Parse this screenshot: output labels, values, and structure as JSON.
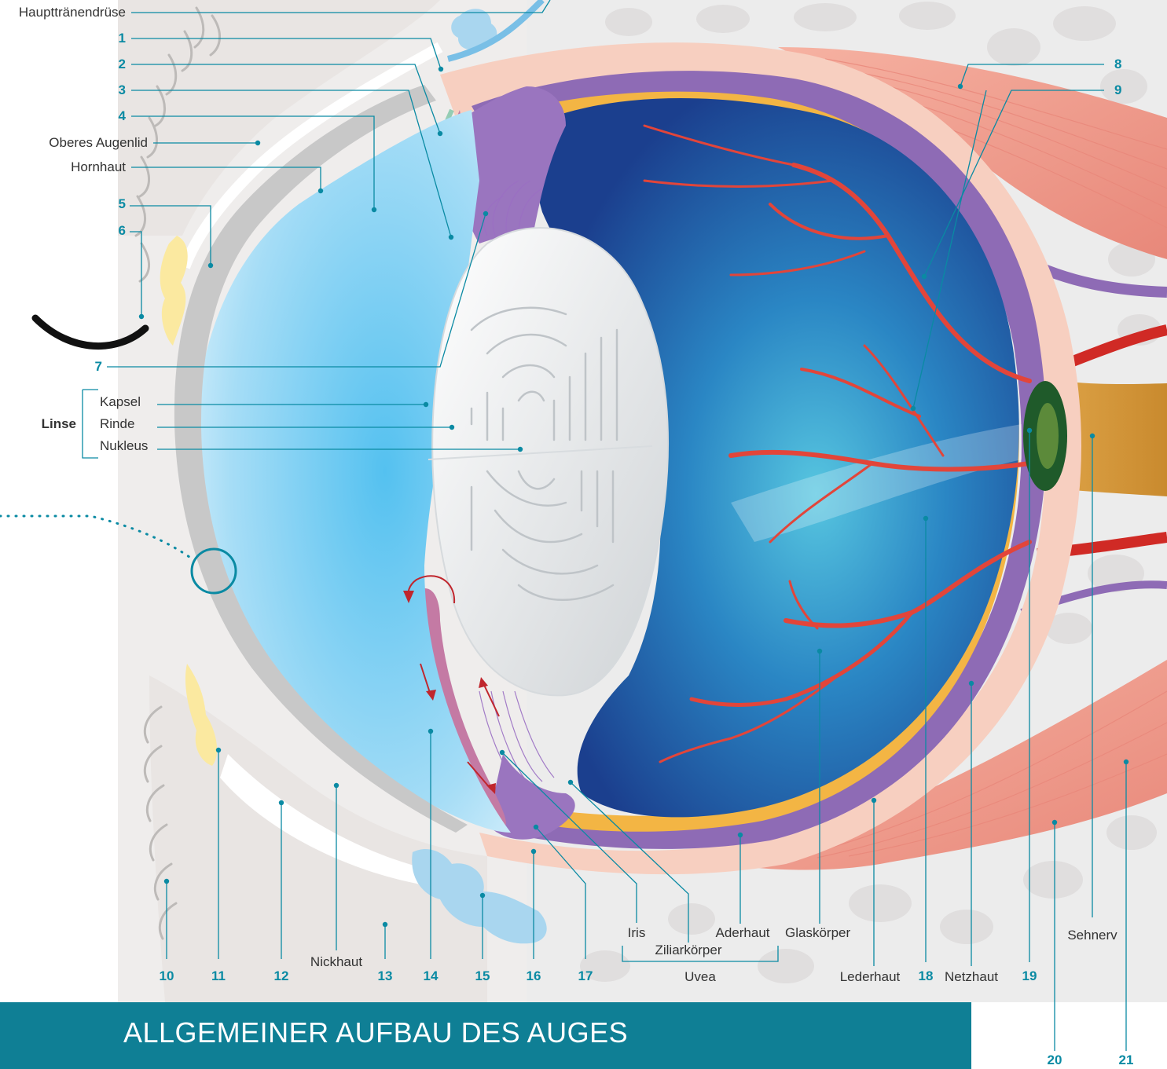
{
  "title": "ALLGEMEINER AUFBAU DES AUGES",
  "labels": {
    "haupttraenendruese": "Haupttränendrüse",
    "oberes_augenlid": "Oberes Augenlid",
    "hornhaut": "Hornhaut",
    "linse_group": "Linse",
    "kapsel": "Kapsel",
    "rinde": "Rinde",
    "nukleus": "Nukleus",
    "nickhaut": "Nickhaut",
    "iris": "Iris",
    "ziliarkoerper": "Ziliarkörper",
    "aderhaut": "Aderhaut",
    "glaskoerper": "Glaskörper",
    "uvea": "Uvea",
    "lederhaut": "Lederhaut",
    "netzhaut": "Netzhaut",
    "sehnerv": "Sehnerv"
  },
  "numbers": {
    "n1": "1",
    "n2": "2",
    "n3": "3",
    "n4": "4",
    "n5": "5",
    "n6": "6",
    "n7": "7",
    "n8": "8",
    "n9": "9",
    "n10": "10",
    "n11": "11",
    "n12": "12",
    "n13": "13",
    "n14": "14",
    "n15": "15",
    "n16": "16",
    "n17": "17",
    "n18": "18",
    "n19": "19",
    "n20": "20",
    "n21": "21"
  },
  "colors": {
    "accent": "#0f7f95",
    "leader": "#0a8aa3",
    "cornea": "#7fcff0",
    "vitreous": "#1b4fa0",
    "uvea": "#8e6bb5",
    "sclera": "#f6cdbd",
    "vessel": "#d83a2c",
    "nerve": "#d89a3c"
  }
}
